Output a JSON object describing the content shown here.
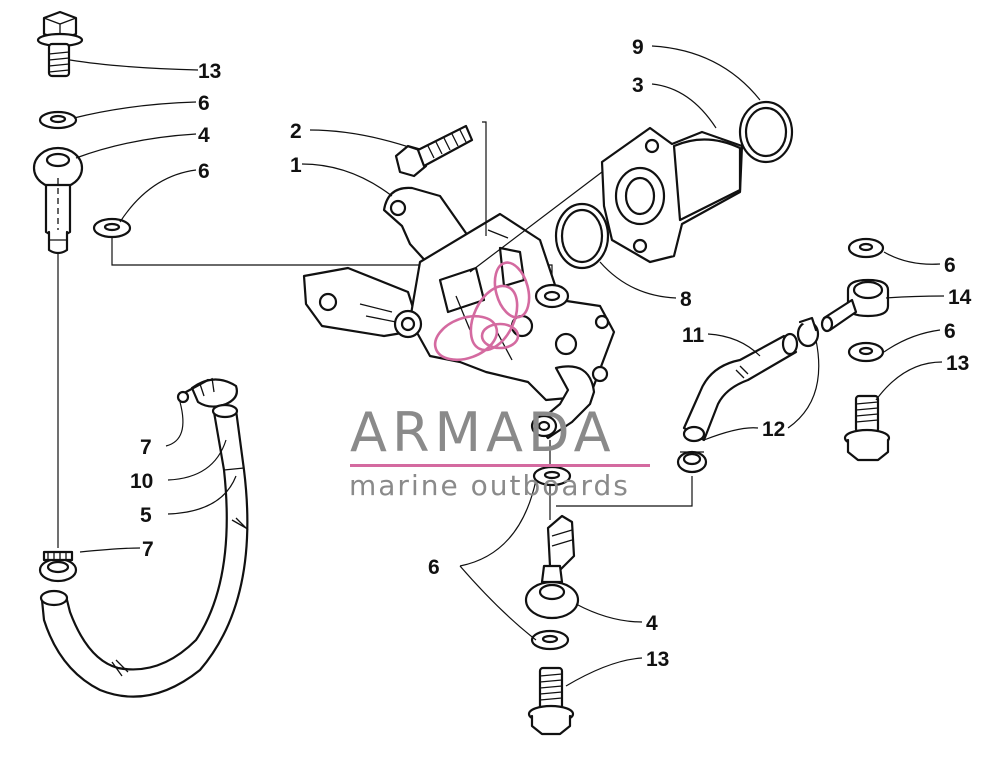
{
  "diagram": {
    "callouts": [
      {
        "id": "c13a",
        "label": "13"
      },
      {
        "id": "c6a",
        "label": "6"
      },
      {
        "id": "c4a",
        "label": "4"
      },
      {
        "id": "c6b",
        "label": "6"
      },
      {
        "id": "c2",
        "label": "2"
      },
      {
        "id": "c1",
        "label": "1"
      },
      {
        "id": "c9",
        "label": "9"
      },
      {
        "id": "c3",
        "label": "3"
      },
      {
        "id": "c8",
        "label": "8"
      },
      {
        "id": "c11",
        "label": "11"
      },
      {
        "id": "c12",
        "label": "12"
      },
      {
        "id": "c6c",
        "label": "6"
      },
      {
        "id": "c14",
        "label": "14"
      },
      {
        "id": "c6d",
        "label": "6"
      },
      {
        "id": "c13b",
        "label": "13"
      },
      {
        "id": "c7a",
        "label": "7"
      },
      {
        "id": "c10",
        "label": "10"
      },
      {
        "id": "c5",
        "label": "5"
      },
      {
        "id": "c7b",
        "label": "7"
      },
      {
        "id": "c6e",
        "label": "6"
      },
      {
        "id": "c4b",
        "label": "4"
      },
      {
        "id": "c13c",
        "label": "13"
      }
    ]
  },
  "watermark": {
    "brand": "ARMADA",
    "tagline": "marine outboards",
    "text_color": "#8a8a8a",
    "accent_color": "#d46aa0"
  }
}
